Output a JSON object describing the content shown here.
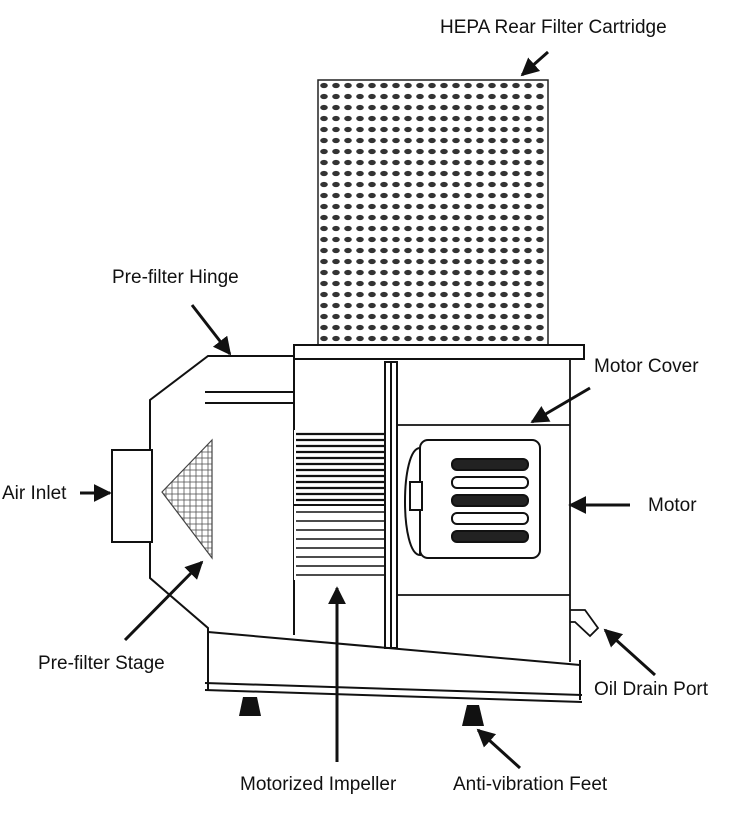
{
  "diagram": {
    "labels": {
      "hepa": "HEPA Rear Filter Cartridge",
      "hinge": "Pre-filter Hinge",
      "motor_cover": "Motor Cover",
      "air_inlet": "Air Inlet",
      "motor": "Motor",
      "prefilter_stage": "Pre-filter Stage",
      "oil_drain": "Oil Drain Port",
      "impeller": "Motorized Impeller",
      "feet": "Anti-vibration Feet"
    },
    "line_color": "#111111",
    "filter_dot_color": "#333333"
  }
}
